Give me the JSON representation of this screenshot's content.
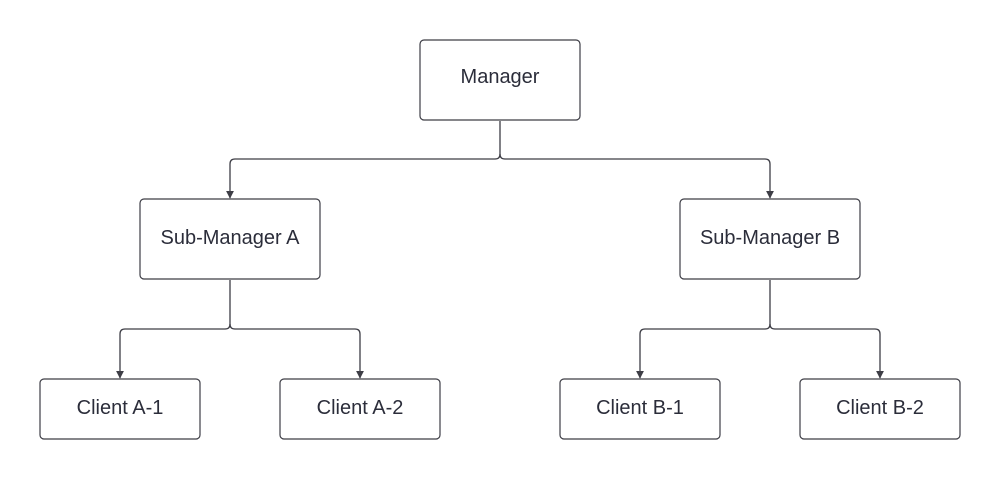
{
  "diagram": {
    "type": "tree",
    "colors": {
      "line": "#3d3d45",
      "text": "#2b2d3a",
      "box_fill": "#ffffff"
    },
    "nodes": {
      "manager": "Manager",
      "sub_a": "Sub-Manager A",
      "sub_b": "Sub-Manager B",
      "client_a1": "Client A-1",
      "client_a2": "Client A-2",
      "client_b1": "Client B-1",
      "client_b2": "Client B-2"
    },
    "edges": [
      [
        "manager",
        "sub_a"
      ],
      [
        "manager",
        "sub_b"
      ],
      [
        "sub_a",
        "client_a1"
      ],
      [
        "sub_a",
        "client_a2"
      ],
      [
        "sub_b",
        "client_b1"
      ],
      [
        "sub_b",
        "client_b2"
      ]
    ]
  }
}
